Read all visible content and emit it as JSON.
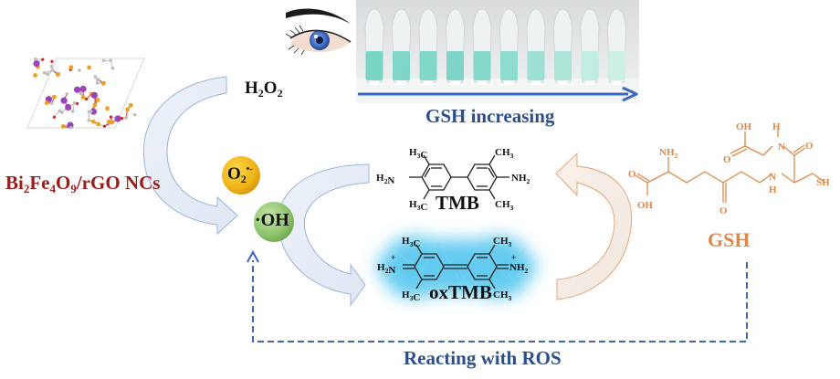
{
  "material": {
    "label_parts": [
      {
        "t": "Bi",
        "sub": "2"
      },
      {
        "t": "Fe",
        "sub": "4"
      },
      {
        "t": "O",
        "sub": "9"
      },
      {
        "t": "/rGO NCs",
        "sub": ""
      }
    ],
    "color": "#9a1b1b"
  },
  "reagent": {
    "label": "H2O2",
    "main": [
      "H",
      "O"
    ],
    "subs": [
      "2",
      "2"
    ]
  },
  "ros": {
    "superoxide": {
      "label": "O2",
      "sub": "2",
      "sup": "•-",
      "color": "#f0b316"
    },
    "hydroxyl": {
      "label": "·OH",
      "color": "#8cc26a"
    }
  },
  "photo": {
    "caption": "GSH increasing",
    "tube_count": 10,
    "tube_colors": [
      "#6fd3c0",
      "#74d4c3",
      "#77d5c4",
      "#73d2c4",
      "#7ad6c7",
      "#86dacb",
      "#96e0d1",
      "#a6e4d6",
      "#bdebe0",
      "#cbefe6"
    ],
    "arrow_color": "#3b67c2"
  },
  "tmb": {
    "name": "TMB",
    "groups": {
      "left_amine": "H2N",
      "right_amine": "NH2",
      "methyl_left_top": "H3C",
      "methyl_left_bottom": "H3C",
      "methyl_right_top": "CH3",
      "methyl_right_bottom": "CH3"
    }
  },
  "oxtmb": {
    "name": "oxTMB",
    "glow_color": "#48c3ee",
    "groups": {
      "left_iminium": "H2N+",
      "right_iminium": "NH2+",
      "methyl_left_top": "H3C",
      "methyl_left_bottom": "H3C",
      "methyl_right_top": "CH3",
      "methyl_right_bottom": "CH3"
    }
  },
  "gsh": {
    "name": "GSH",
    "color": "#e0884a",
    "atoms": [
      "OH",
      "H",
      "N",
      "O",
      "NH2",
      "O",
      "O",
      "OH",
      "O",
      "N",
      "H",
      "SH"
    ]
  },
  "feedback": {
    "label": "Reacting with ROS",
    "color": "#2e4e8a",
    "line_color": "#3d66b3"
  }
}
